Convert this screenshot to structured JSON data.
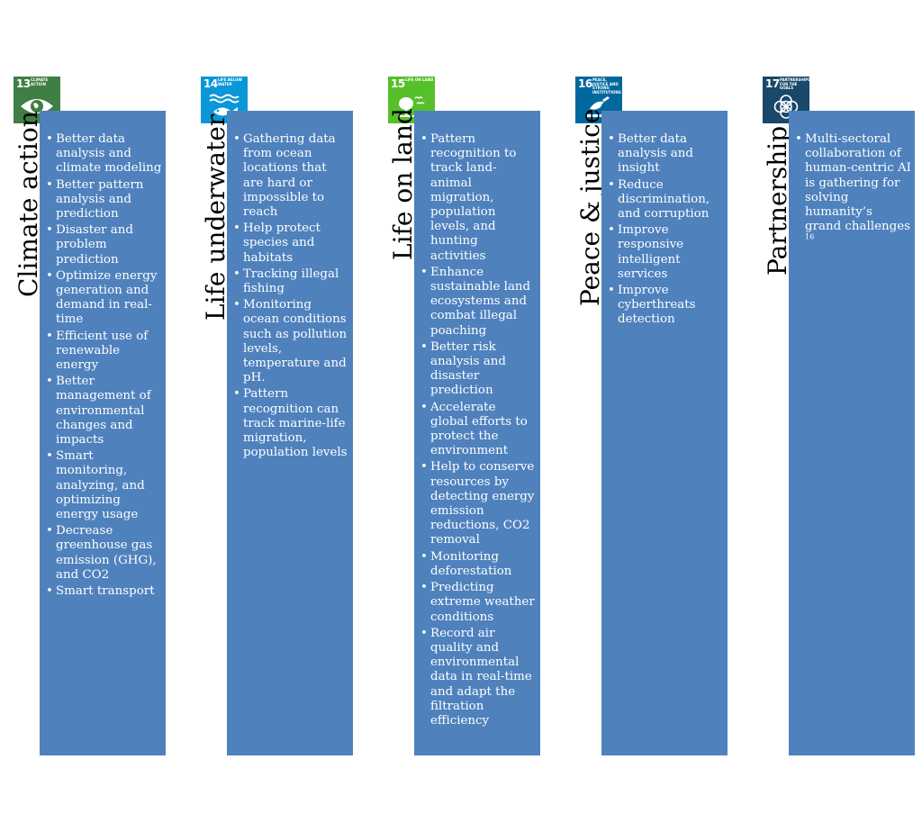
{
  "columns": [
    {
      "number": "13",
      "caption": "CLIMATE ACTION",
      "icon": "eye-globe-icon",
      "color": "#3f7e44",
      "title": "Climate action",
      "items": [
        "Better data analysis and climate modeling",
        "Better pattern analysis and prediction",
        "Disaster and problem prediction",
        "Optimize energy generation and demand in real-time",
        "Efficient use of renewable energy",
        "Better management of environmental changes and impacts",
        "Smart monitoring, analyzing, and optimizing energy usage",
        "Decrease greenhouse gas emission (GHG), and CO2",
        "Smart transport"
      ]
    },
    {
      "number": "14",
      "caption": "LIFE BELOW WATER",
      "icon": "fish-waves-icon",
      "color": "#0a97d9",
      "title": "Life underwater",
      "items": [
        "Gathering data from ocean locations that are hard or impossible to reach",
        "Help protect species and habitats",
        "Tracking illegal fishing",
        "Monitoring ocean conditions such as pollution levels, temperature and pH.",
        "Pattern recognition can track marine-life migration, population levels"
      ]
    },
    {
      "number": "15",
      "caption": "LIFE ON LAND",
      "icon": "tree-birds-icon",
      "color": "#56c02b",
      "title": "Life on land",
      "items": [
        "Pattern recognition to track land-animal migration, population levels, and hunting activities",
        "Enhance sustainable land ecosystems and combat illegal poaching",
        "Better risk analysis and disaster prediction",
        "Accelerate global efforts to protect the environment",
        "Help to conserve resources by detecting energy emission reductions, CO2 removal",
        "Monitoring deforestation",
        "Predicting extreme weather conditions",
        "Record air quality and environmental data in real-time and adapt the filtration efficiency"
      ]
    },
    {
      "number": "16",
      "caption": "PEACE, JUSTICE AND STRONG INSTITUTIONS",
      "icon": "dove-gavel-icon",
      "color": "#00689d",
      "title": "Peace & justice",
      "items": [
        "Better data analysis and insight",
        "Reduce discrimination, and corruption",
        "Improve responsive intelligent services",
        "Improve cyberthreats detection"
      ]
    },
    {
      "number": "17",
      "caption": "PARTNERSHIPS FOR THE GOALS",
      "icon": "interlinked-rings-icon",
      "color": "#19486a",
      "title": "Partnership",
      "items": [
        "Multi-sectoral collaboration of human-centric AI is gathering for solving humanity’s grand challenges"
      ],
      "footnote": "16"
    }
  ]
}
